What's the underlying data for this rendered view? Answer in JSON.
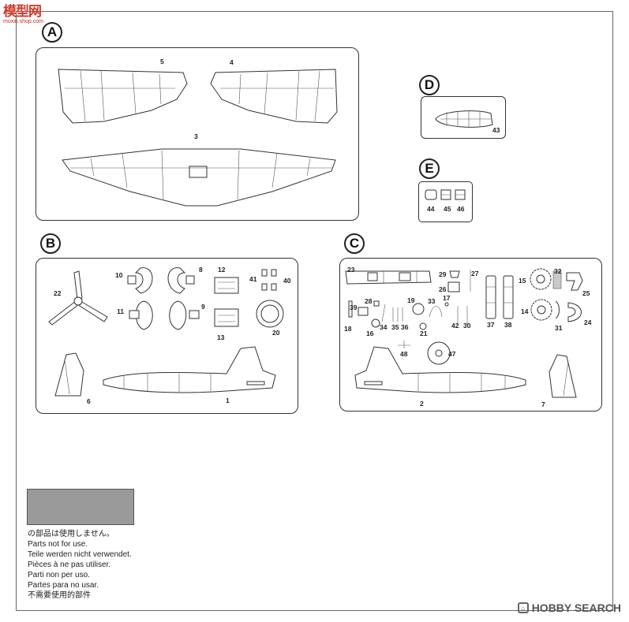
{
  "watermark": {
    "site_cn": "模型网",
    "url": "moxin.shop.com"
  },
  "runner_labels": {
    "a": "A",
    "b": "B",
    "c": "C",
    "d": "D",
    "e": "E"
  },
  "parts_a": {
    "p5": "5",
    "p4": "4",
    "p3": "3"
  },
  "parts_b": {
    "p10": "10",
    "p8": "8",
    "p12": "12",
    "p41": "41",
    "p40": "40",
    "p22": "22",
    "p11": "11",
    "p9": "9",
    "p20": "20",
    "p13": "13",
    "p6": "6",
    "p1": "1"
  },
  "parts_c": {
    "p23": "23",
    "p29": "29",
    "p27": "27",
    "p26": "26",
    "p15": "15",
    "p32": "32",
    "p25": "25",
    "p28": "28",
    "p19": "19",
    "p33": "33",
    "p17": "17",
    "p39": "39",
    "p18": "18",
    "p16": "16",
    "p34": "34",
    "p35": "35",
    "p36": "36",
    "p21": "21",
    "p42": "42",
    "p30": "30",
    "p37": "37",
    "p38": "38",
    "p14": "14",
    "p31": "31",
    "p24": "24",
    "p48": "48",
    "p47": "47",
    "p2": "2",
    "p7": "7"
  },
  "parts_d": {
    "p43": "43"
  },
  "parts_e": {
    "p44": "44",
    "p45": "45",
    "p46": "46"
  },
  "legend": {
    "swatch_color": "#9a9a9a",
    "lines": [
      "の部品は使用しません。",
      "Parts not for use.",
      "Teile werden nicht verwendet.",
      "Pièces à ne pas utiliser.",
      "Parti non per uso.",
      "Partes para no usar.",
      "不需要使用的部件"
    ]
  },
  "brand": {
    "name": "HOBBY SEARCH"
  }
}
